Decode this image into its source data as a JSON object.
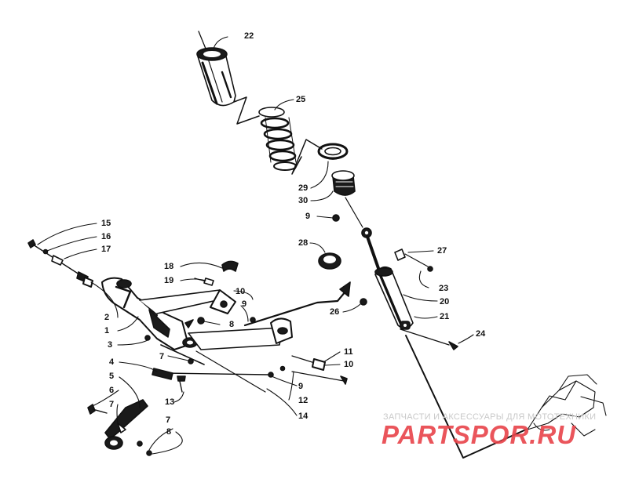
{
  "watermark": {
    "subtitle": "ЗАПЧАСТИ И АКСЕССУАРЫ ДЛЯ МОТОТЕХНИКИ",
    "brand": "PARTSPOR.RU",
    "brand_color": "#e8434a"
  },
  "callouts": {
    "c22": "22",
    "c25": "25",
    "c29": "29",
    "c30": "30",
    "c9a": "9",
    "c28": "28",
    "c27": "27",
    "c23": "23",
    "c20": "20",
    "c26": "26",
    "c21": "21",
    "c24": "24",
    "c15": "15",
    "c16": "16",
    "c17": "17",
    "c18": "18",
    "c19": "19",
    "c10a": "10",
    "c9b": "9",
    "c2": "2",
    "c1": "1",
    "c8a": "8",
    "c3": "3",
    "c7a": "7",
    "c4": "4",
    "c11": "11",
    "c10b": "10",
    "c5": "5",
    "c9c": "9",
    "c6": "6",
    "c7b": "7",
    "c13": "13",
    "c12": "12",
    "c14": "14",
    "c7c": "7",
    "c8b": "8"
  }
}
